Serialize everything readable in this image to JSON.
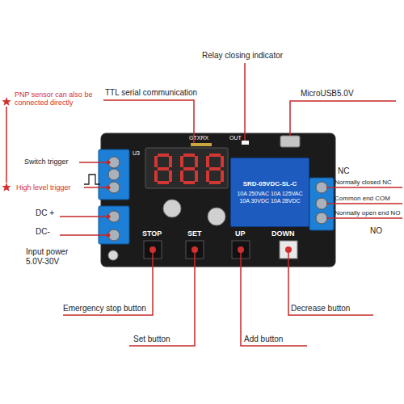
{
  "diagram": {
    "nodes": [
      {
        "text": [
          "SRD-05VDC-SL-C",
          "10A 250VAC 10A 125VAC 10A 30VDC 10A 28VDC"
        ]
      }
    ],
    "labels": [
      "Relay closing indicator",
      "TTL serial communication",
      "MicroUSB5.0V",
      "PNP sensor can also be connected directly",
      "Switch trigger",
      "High level trigger",
      "DC +",
      "DC-",
      "Input power 5.0V-30V",
      "NC",
      "Normally closed NC",
      "Common end COM",
      "Normally open end NO",
      "NO",
      "STOP",
      "SET",
      "UP",
      "DOWN",
      "Emergency stop button",
      "Set button",
      "Decrease button",
      "Add button",
      "GTXRX",
      "OUT",
      "U3"
    ]
  }
}
